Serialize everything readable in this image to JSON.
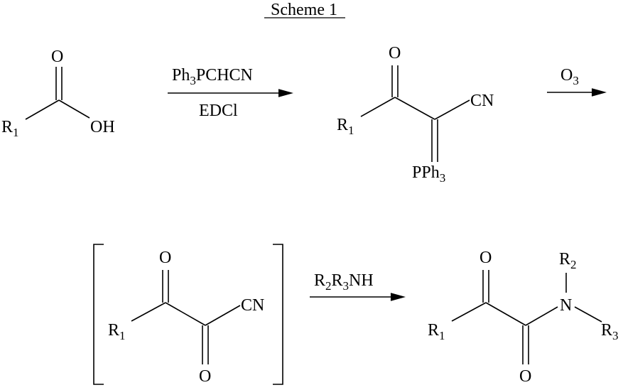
{
  "title": "Scheme 1",
  "step1": {
    "reagent_top": {
      "a": "Ph",
      "a_sub": "3",
      "b": "PCHCN"
    },
    "reagent_bottom": "EDCl"
  },
  "step2": {
    "reagent": "O",
    "reagent_sub": "3"
  },
  "step3": {
    "reagent": {
      "a": "R",
      "a_sub": "2",
      "b": "R",
      "b_sub": "3",
      "c": "NH"
    }
  },
  "acid": {
    "r": "R",
    "r_sub": "1",
    "o": "O",
    "oh": "OH"
  },
  "ylide": {
    "r": "R",
    "r_sub": "1",
    "o": "O",
    "cn": "CN",
    "pph": "PPh",
    "pph_sub": "3"
  },
  "intermediate": {
    "r": "R",
    "r_sub": "1",
    "o_top": "O",
    "o_bottom": "O",
    "cn": "CN"
  },
  "product": {
    "r1": "R",
    "r1_sub": "1",
    "o_top": "O",
    "o_bottom": "O",
    "n": "N",
    "r2": "R",
    "r2_sub": "2",
    "r3": "R",
    "r3_sub": "3"
  }
}
